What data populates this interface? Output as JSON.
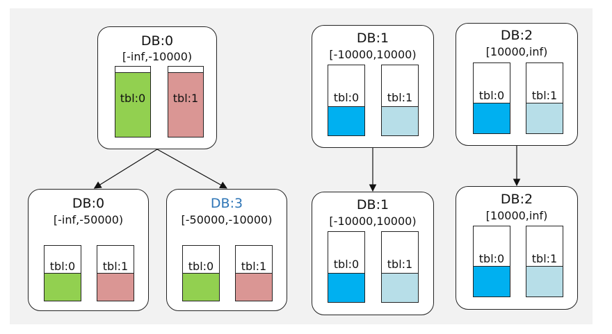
{
  "colors": {
    "green": "#92d050",
    "pink": "#da9694",
    "blue": "#00b0f0",
    "light_blue": "#b7dee8",
    "db3_title": "#2e75b6"
  },
  "nodes": {
    "top_db0": {
      "title": "DB:0",
      "range": "[-inf,-10000)",
      "tables": [
        {
          "label": "tbl:0",
          "fill_fraction": 0.91,
          "color": "green"
        },
        {
          "label": "tbl:1",
          "fill_fraction": 0.91,
          "color": "pink"
        }
      ]
    },
    "bottom_db0": {
      "title": "DB:0",
      "range": "[-inf,-50000)",
      "tables": [
        {
          "label": "tbl:0",
          "fill_fraction": 0.5,
          "color": "green"
        },
        {
          "label": "tbl:1",
          "fill_fraction": 0.5,
          "color": "pink"
        }
      ]
    },
    "bottom_db3": {
      "title": "DB:3",
      "range": "[-50000,-10000)",
      "tables": [
        {
          "label": "tbl:0",
          "fill_fraction": 0.5,
          "color": "green"
        },
        {
          "label": "tbl:1",
          "fill_fraction": 0.5,
          "color": "pink"
        }
      ]
    },
    "top_db1": {
      "title": "DB:1",
      "range": "[-10000,10000)",
      "tables": [
        {
          "label": "tbl:0",
          "fill_fraction": 0.41,
          "color": "blue"
        },
        {
          "label": "tbl:1",
          "fill_fraction": 0.41,
          "color": "light_blue"
        }
      ]
    },
    "bottom_db1": {
      "title": "DB:1",
      "range": "[-10000,10000)",
      "tables": [
        {
          "label": "tbl:0",
          "fill_fraction": 0.41,
          "color": "blue"
        },
        {
          "label": "tbl:1",
          "fill_fraction": 0.41,
          "color": "light_blue"
        }
      ]
    },
    "top_db2": {
      "title": "DB:2",
      "range": "[10000,inf)",
      "tables": [
        {
          "label": "tbl:0",
          "fill_fraction": 0.43,
          "color": "blue"
        },
        {
          "label": "tbl:1",
          "fill_fraction": 0.43,
          "color": "light_blue"
        }
      ]
    },
    "bottom_db2": {
      "title": "DB:2",
      "range": "[10000,inf)",
      "tables": [
        {
          "label": "tbl:0",
          "fill_fraction": 0.43,
          "color": "blue"
        },
        {
          "label": "tbl:1",
          "fill_fraction": 0.43,
          "color": "light_blue"
        }
      ]
    }
  },
  "edges": [
    {
      "from": "top_db0",
      "to": "bottom_db0"
    },
    {
      "from": "top_db0",
      "to": "bottom_db3"
    },
    {
      "from": "top_db1",
      "to": "bottom_db1"
    },
    {
      "from": "top_db2",
      "to": "bottom_db2"
    }
  ]
}
